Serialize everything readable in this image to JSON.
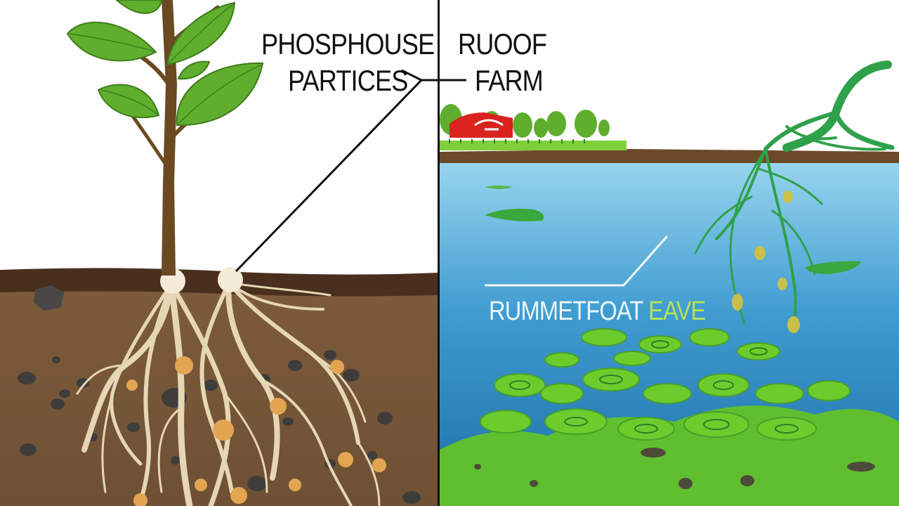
{
  "labels": {
    "phosphouse": "PHOSPHOUSE",
    "particles": "PARTICES",
    "runoff": "RUOOF",
    "farm": "FARM",
    "water_label_a": "RUMMETFOAT ",
    "water_label_b": "EAVE"
  },
  "colors": {
    "background": "#fefefe",
    "soil": "#7a5a3a",
    "topsoil": "#4a2f1e",
    "leaf": "#5fae2e",
    "trunk": "#6b4a22",
    "root": "#e6d7b4",
    "phosphorus_particle": "#e3a552",
    "water_top": "#8fd0ef",
    "water_bottom": "#1e78b2",
    "algae": "#5fbf2e",
    "divider": "#111111"
  }
}
